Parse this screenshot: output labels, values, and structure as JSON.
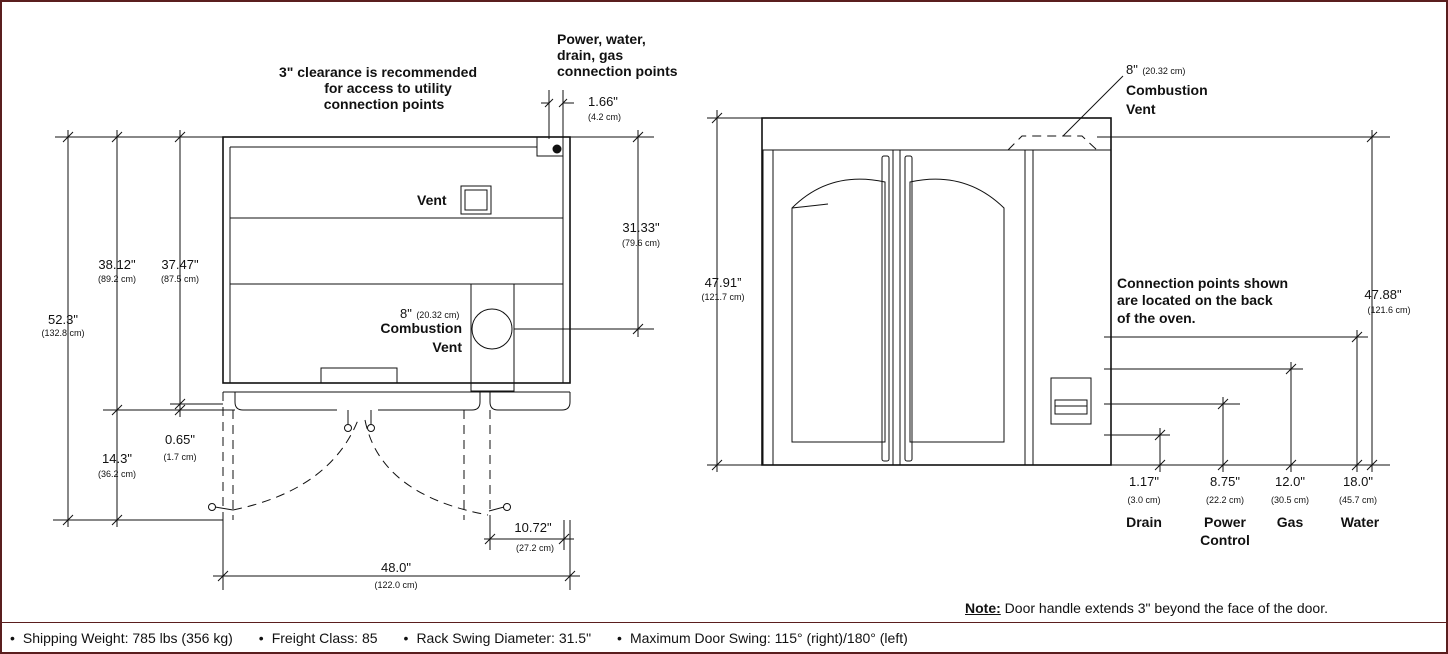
{
  "left_view": {
    "clearance_note": [
      "3\" clearance is recommended",
      "for access to utility",
      "connection points"
    ],
    "connection_note": [
      "Power, water,",
      "drain, gas",
      "connection points"
    ],
    "vent_label": "Vent",
    "combustion_vent": {
      "size": "8\"",
      "metric": "(20.32 cm)",
      "line1": "Combustion",
      "line2": "Vent"
    },
    "dims": [
      {
        "id": "d166",
        "value": "1.66\"",
        "metric": "(4.2 cm)"
      },
      {
        "id": "d3133",
        "value": "31.33\"",
        "metric": "(79.6 cm)"
      },
      {
        "id": "d3812",
        "value": "38.12\"",
        "metric": "(89.2 cm)"
      },
      {
        "id": "d3747",
        "value": "37.47\"",
        "metric": "(87.5 cm)"
      },
      {
        "id": "d523",
        "value": "52.3\"",
        "metric": "(132.8 cm)"
      },
      {
        "id": "d065",
        "value": "0.65\"",
        "metric": "(1.7 cm)"
      },
      {
        "id": "d143",
        "value": "14.3\"",
        "metric": "(36.2 cm)"
      },
      {
        "id": "d1072",
        "value": "10.72\"",
        "metric": "(27.2 cm)"
      },
      {
        "id": "d480",
        "value": "48.0\"",
        "metric": "(122.0 cm)"
      }
    ]
  },
  "right_view": {
    "combustion_vent": {
      "size": "8\"",
      "metric": "(20.32 cm)",
      "line1": "Combustion",
      "line2": "Vent"
    },
    "connection_note": [
      "Connection points shown",
      "are located on the back",
      "of the oven."
    ],
    "height_left": {
      "value": "47.91”",
      "metric": "(121.7 cm)"
    },
    "height_right": {
      "value": "47.88\"",
      "metric": "(121.6 cm)"
    },
    "connections": [
      {
        "value": "1.17\"",
        "metric": "(3.0 cm)",
        "name": [
          "Drain"
        ]
      },
      {
        "value": "8.75\"",
        "metric": "(22.2 cm)",
        "name": [
          "Power",
          "Control"
        ]
      },
      {
        "value": "12.0\"",
        "metric": "(30.5 cm)",
        "name": [
          "Gas"
        ]
      },
      {
        "value": "18.0\"",
        "metric": "(45.7 cm)",
        "name": [
          "Water"
        ]
      }
    ]
  },
  "note": {
    "label": "Note:",
    "text": "Door handle extends 3\" beyond the face of the door."
  },
  "footer": [
    {
      "label": "Shipping Weight:",
      "value": "785 lbs (356 kg)"
    },
    {
      "label": "Freight Class:",
      "value": "85"
    },
    {
      "label": "Rack Swing Diameter:",
      "value": "31.5\""
    },
    {
      "label": "Maximum Door Swing:",
      "value": "115° (right)/180° (left)"
    }
  ],
  "colors": {
    "border": "#5a1e1e",
    "ink": "#111111"
  }
}
